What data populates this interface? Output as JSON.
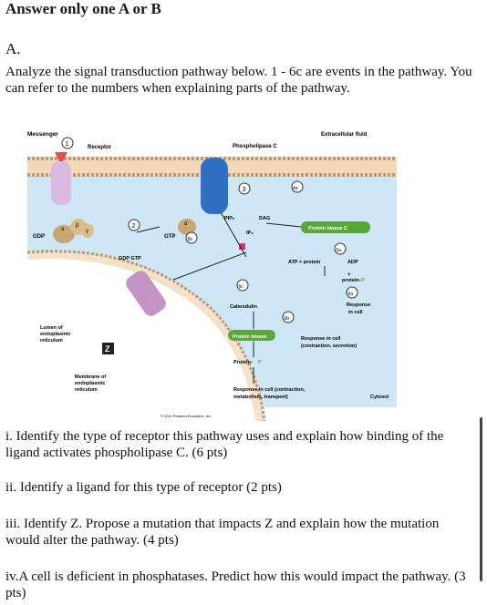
{
  "header": "Answer only one A or B",
  "section": "A.",
  "intro": "Analyze the signal transduction pathway below.  1 - 6c are events in the pathway.  You can refer to the numbers when explaining parts of the pathway.",
  "figure": {
    "messenger": "Messenger",
    "receptor": "Receptor",
    "phospholipase": "Phospholipase C",
    "extracellular": "Extracellular fluid",
    "pip2": "PIP₂",
    "dag": "DAG",
    "ip3": "IP₃",
    "gdp": "GDP",
    "gtp": "GTP",
    "gdp_gtp": "GDP  GTP",
    "alpha": "α",
    "beta": "β",
    "gamma": "γ",
    "pkc": "Protein kinase C",
    "atp_protein": "ATP + protein",
    "adp": "ADP",
    "protein_p": "protein-",
    "p": "P",
    "plus": "+",
    "response": "Response",
    "in_cell": "in cell",
    "calmodulin": "Calmodulin",
    "protein_kinase": "Protein kinase",
    "response_contraction": "Response in cell",
    "contraction_secretion": "(contraction, secretion)",
    "protein_p2": "Protein-",
    "lumen": [
      "Lumen of",
      "endoplasmic",
      "reticulum"
    ],
    "membrane": [
      "Membrane of",
      "endoplasmic",
      "reticulum"
    ],
    "response_metabolism_1": "Response in cell (contraction,",
    "response_metabolism_2": "metabolism, transport)",
    "cytosol": "Cytosol",
    "z": "Z",
    "credit": "© 2011 Pearson Education, Inc.",
    "num1": "1",
    "num2": "2",
    "num3": "3",
    "num4a": "4a",
    "num5a": "5a",
    "num5b": "5b",
    "num6a": "6a",
    "num6b": "6b",
    "num6c": "6c"
  },
  "questions": [
    "i. Identify the type of receptor this pathway uses and explain how binding of the ligand activates phospholipase C. (6 pts)",
    "ii. Identify a ligand for this type of receptor (2 pts)",
    "iii. Identify Z.  Propose a mutation that impacts Z and explain how the mutation would alter the pathway. (4 pts)",
    "iv.A cell is deficient in phosphatases.  Predict how this would impact the pathway. (3 pts)"
  ]
}
